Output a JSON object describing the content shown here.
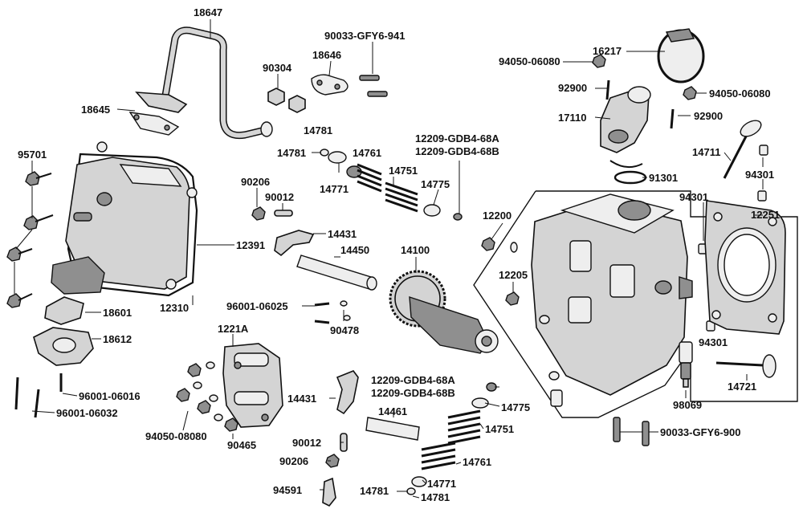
{
  "diagram": {
    "callouts": [
      {
        "id": "c18647",
        "text": "18647"
      },
      {
        "id": "c90033_941",
        "text": "90033-GFY6-941"
      },
      {
        "id": "c90304",
        "text": "90304"
      },
      {
        "id": "c18646",
        "text": "18646"
      },
      {
        "id": "c18645",
        "text": "18645"
      },
      {
        "id": "c16217",
        "text": "16217"
      },
      {
        "id": "c94050_06080_a",
        "text": "94050-06080"
      },
      {
        "id": "c94050_06080_b",
        "text": "94050-06080"
      },
      {
        "id": "c92900_a",
        "text": "92900"
      },
      {
        "id": "c92900_b",
        "text": "92900"
      },
      {
        "id": "c17110",
        "text": "17110"
      },
      {
        "id": "c14781_a",
        "text": "14781"
      },
      {
        "id": "c14781_b",
        "text": "14781"
      },
      {
        "id": "c14761_a",
        "text": "14761"
      },
      {
        "id": "c14771_a",
        "text": "14771"
      },
      {
        "id": "c14751_a",
        "text": "14751"
      },
      {
        "id": "c14775_a",
        "text": "14775"
      },
      {
        "id": "c12209_a",
        "text": "12209-GDB4-68A"
      },
      {
        "id": "c12209_b",
        "text": "12209-GDB4-68B"
      },
      {
        "id": "c95701",
        "text": "95701"
      },
      {
        "id": "c90206_a",
        "text": "90206"
      },
      {
        "id": "c90012_a",
        "text": "90012"
      },
      {
        "id": "c12391",
        "text": "12391"
      },
      {
        "id": "c14431_a",
        "text": "14431"
      },
      {
        "id": "c14450",
        "text": "14450"
      },
      {
        "id": "c14100",
        "text": "14100"
      },
      {
        "id": "c12200",
        "text": "12200"
      },
      {
        "id": "c12205",
        "text": "12205"
      },
      {
        "id": "c14711",
        "text": "14711"
      },
      {
        "id": "c94301_a",
        "text": "94301"
      },
      {
        "id": "c94301_b",
        "text": "94301"
      },
      {
        "id": "c94301_c",
        "text": "94301"
      },
      {
        "id": "c12251",
        "text": "12251"
      },
      {
        "id": "c91301",
        "text": "91301"
      },
      {
        "id": "c12310",
        "text": "12310"
      },
      {
        "id": "c18601",
        "text": "18601"
      },
      {
        "id": "c96001_06025",
        "text": "96001-06025"
      },
      {
        "id": "c90478",
        "text": "90478"
      },
      {
        "id": "c1221A",
        "text": "1221A"
      },
      {
        "id": "c18612",
        "text": "18612"
      },
      {
        "id": "c96001_06016",
        "text": "96001-06016"
      },
      {
        "id": "c96001_06032",
        "text": "96001-06032"
      },
      {
        "id": "c94050_08080",
        "text": "94050-08080"
      },
      {
        "id": "c90465",
        "text": "90465"
      },
      {
        "id": "c14431_b",
        "text": "14431"
      },
      {
        "id": "c12209_c",
        "text": "12209-GDB4-68A"
      },
      {
        "id": "c12209_d",
        "text": "12209-GDB4-68B"
      },
      {
        "id": "c14775_b",
        "text": "14775"
      },
      {
        "id": "c14461",
        "text": "14461"
      },
      {
        "id": "c14751_b",
        "text": "14751"
      },
      {
        "id": "c90012_b",
        "text": "90012"
      },
      {
        "id": "c14761_b",
        "text": "14761"
      },
      {
        "id": "c90206_b",
        "text": "90206"
      },
      {
        "id": "c14771_b",
        "text": "14771"
      },
      {
        "id": "c94591",
        "text": "94591"
      },
      {
        "id": "c14781_c",
        "text": "14781"
      },
      {
        "id": "c14781_d",
        "text": "14781"
      },
      {
        "id": "c98069",
        "text": "98069"
      },
      {
        "id": "c14721",
        "text": "14721"
      },
      {
        "id": "c90033_900",
        "text": "90033-GFY6-900"
      }
    ]
  }
}
